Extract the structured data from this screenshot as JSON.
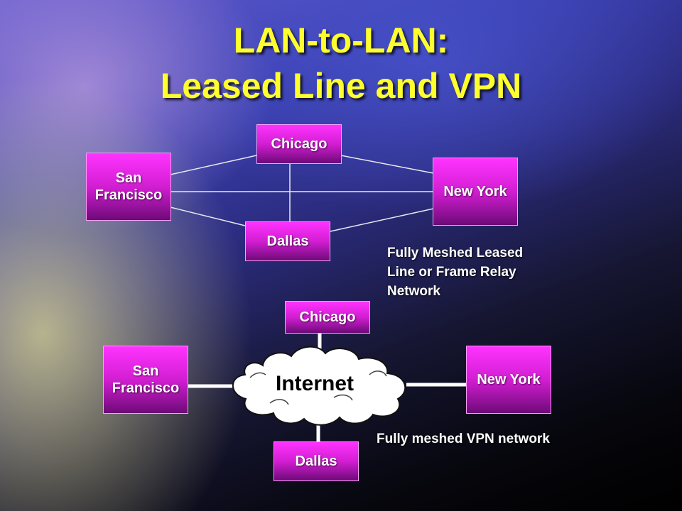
{
  "title": {
    "line1": "LAN-to-LAN:",
    "line2": "Leased Line and VPN"
  },
  "top_network": {
    "nodes": {
      "chicago": "Chicago",
      "san_francisco": "San Francisco",
      "new_york": "New York",
      "dallas": "Dallas"
    },
    "caption": [
      "Fully Meshed Leased",
      "Line or Frame Relay",
      "Network"
    ]
  },
  "bottom_network": {
    "nodes": {
      "chicago": "Chicago",
      "san_francisco": "San Francisco",
      "new_york": "New York",
      "dallas": "Dallas"
    },
    "cloud_label": "Internet",
    "caption": "Fully meshed VPN network"
  },
  "colors": {
    "title": "#ffff2e",
    "node_fill": "#d21ed2",
    "link": "#ffffff"
  }
}
